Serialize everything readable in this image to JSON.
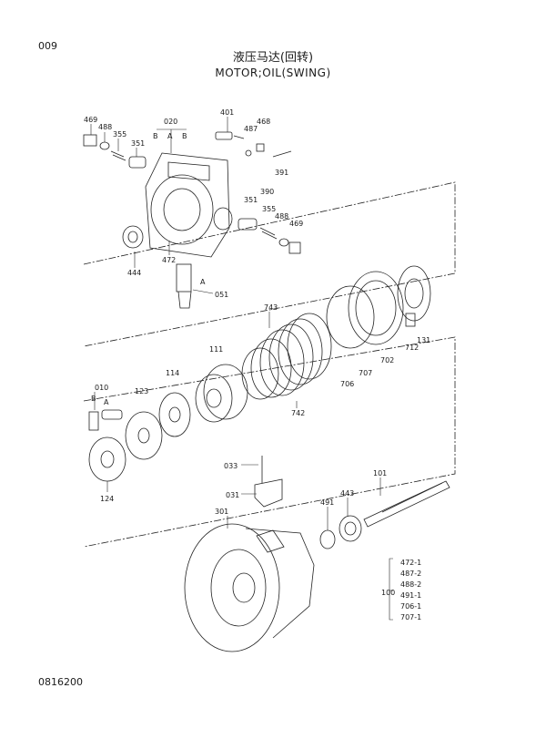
{
  "page": {
    "number": "009",
    "doc_number": "0816200"
  },
  "title": {
    "cn": "液压马达(回转)",
    "en": "MOTOR;OIL(SWING)"
  },
  "parts": [
    {
      "no": "469"
    },
    {
      "no": "488"
    },
    {
      "no": "355"
    },
    {
      "no": "351"
    },
    {
      "no": "020"
    },
    {
      "no": "B"
    },
    {
      "no": "A"
    },
    {
      "no": "B"
    },
    {
      "no": "401"
    },
    {
      "no": "487"
    },
    {
      "no": "468"
    },
    {
      "no": "391"
    },
    {
      "no": "390"
    },
    {
      "no": "351"
    },
    {
      "no": "355"
    },
    {
      "no": "488"
    },
    {
      "no": "469"
    },
    {
      "no": "444"
    },
    {
      "no": "472"
    },
    {
      "no": "A"
    },
    {
      "no": "051"
    },
    {
      "no": "743"
    },
    {
      "no": "111"
    },
    {
      "no": "010"
    },
    {
      "no": "B"
    },
    {
      "no": "A"
    },
    {
      "no": "123"
    },
    {
      "no": "114"
    },
    {
      "no": "742"
    },
    {
      "no": "706"
    },
    {
      "no": "707"
    },
    {
      "no": "702"
    },
    {
      "no": "712"
    },
    {
      "no": "131"
    },
    {
      "no": "124"
    },
    {
      "no": "033"
    },
    {
      "no": "031"
    },
    {
      "no": "101"
    },
    {
      "no": "301"
    },
    {
      "no": "491"
    },
    {
      "no": "443"
    }
  ],
  "kit": {
    "label": "100",
    "items": [
      "472-1",
      "487-2",
      "488-2",
      "491-1",
      "706-1",
      "707-1"
    ]
  }
}
